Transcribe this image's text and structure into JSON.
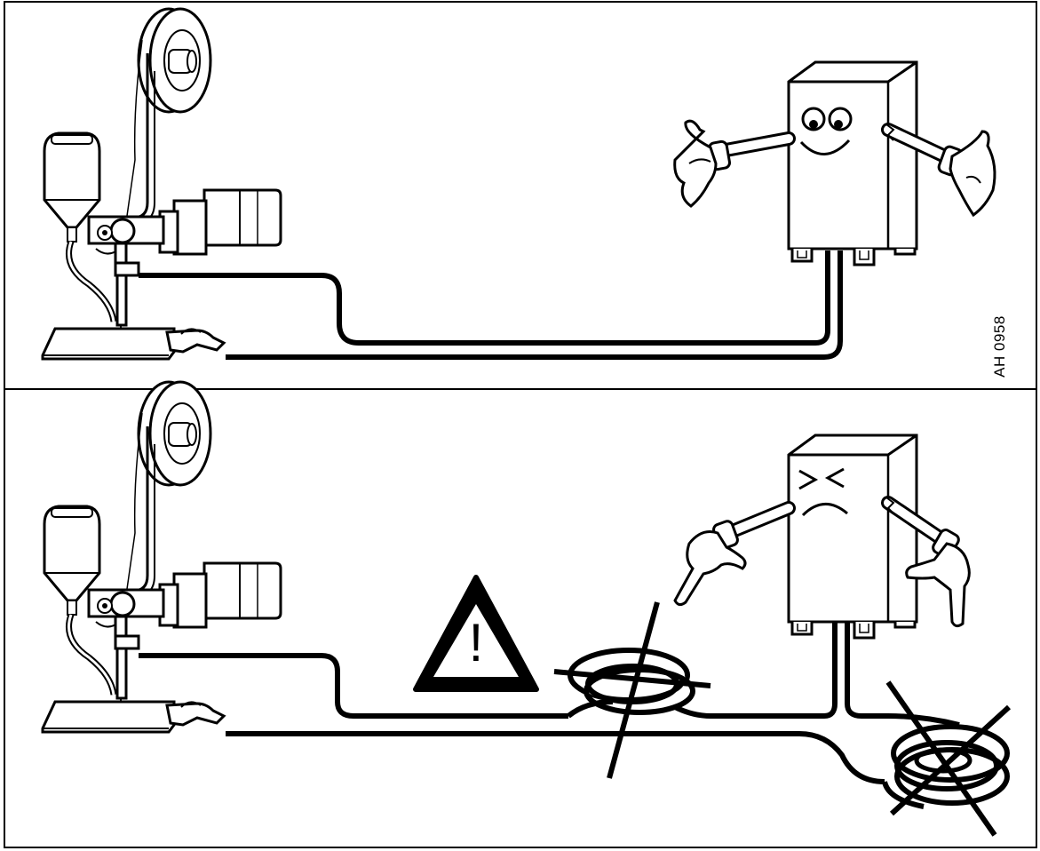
{
  "figure": {
    "code": "AH 0958",
    "warning_symbol": "!",
    "top_scene": {
      "state": "correct",
      "description_icon": "happy-power-source-icon"
    },
    "bottom_scene": {
      "state": "incorrect",
      "description_icon": "unhappy-power-source-icon",
      "crossed_out": [
        "cable-coil-welding-side",
        "cable-coil-power-source-side"
      ]
    },
    "colors": {
      "line": "#000000",
      "background": "#ffffff"
    }
  }
}
